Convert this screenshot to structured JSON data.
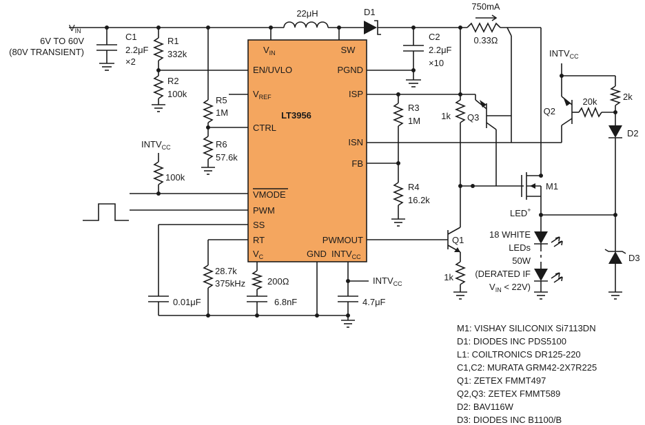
{
  "vin": {
    "label": "V",
    "sub": "IN",
    "range": "6V TO 60V",
    "transient": "(80V TRANSIENT)"
  },
  "ic": {
    "name": "LT3956",
    "pins": {
      "vin": "V",
      "vin_sub": "IN",
      "en": "EN/UVLO",
      "vref": "V",
      "vref_sub": "REF",
      "ctrl": "CTRL",
      "vmode": "VMODE",
      "pwm": "PWM",
      "ss": "SS",
      "rt": "RT",
      "vc": "V",
      "vc_sub": "C",
      "sw": "SW",
      "pgnd": "PGND",
      "isp": "ISP",
      "isn": "ISN",
      "fb": "FB",
      "pwmout": "PWMOUT",
      "gnd": "GND",
      "intvcc": "INTV",
      "intvcc_sub": "CC"
    }
  },
  "parts": {
    "c1": [
      "C1",
      "2.2μF",
      "×2"
    ],
    "r1": [
      "R1",
      "332k"
    ],
    "r2": [
      "R2",
      "100k"
    ],
    "r5": [
      "R5",
      "1M"
    ],
    "r6": [
      "R6",
      "57.6k"
    ],
    "l1": "22μH",
    "d1": "D1",
    "c2": [
      "C2",
      "2.2μF",
      "×10"
    ],
    "rs": [
      "750mA",
      "0.33Ω"
    ],
    "r3": [
      "R3",
      "1M"
    ],
    "r4": [
      "R4",
      "16.2k"
    ],
    "q3": "Q3",
    "r1k_top": "1k",
    "r1k_bot": "1k",
    "q1": "Q1",
    "q2": "Q2",
    "r20k": "20k",
    "r2k": "2k",
    "d2": "D2",
    "d3": "D3",
    "m1": "M1",
    "r100k": "100k",
    "rrt": [
      "28.7k",
      "375kHz"
    ],
    "rc": "200Ω",
    "cc": "6.8nF",
    "css": "0.01μF",
    "cvcc": "4.7μF"
  },
  "intvcc_labels": {
    "main": "INTV",
    "sub": "CC"
  },
  "led": {
    "plus": "LED",
    "sup": "+",
    "count": "18 WHITE",
    "leds": "LEDs",
    "power": "50W",
    "derate1": "(DERATED IF",
    "derate2": "V",
    "derate2_sub": "IN",
    "derate3": " < 22V)"
  },
  "bom": [
    "M1: VISHAY SILICONIX Si7113DN",
    "D1: DIODES INC PDS5100",
    "L1: COILTRONICS DR125-220",
    "C1,C2: MURATA GRM42-2X7R225",
    "Q1: ZETEX FMMT497",
    "Q2,Q3: ZETEX FMMT589",
    "D2: BAV116W",
    "D3: DIODES INC B1100/B"
  ]
}
